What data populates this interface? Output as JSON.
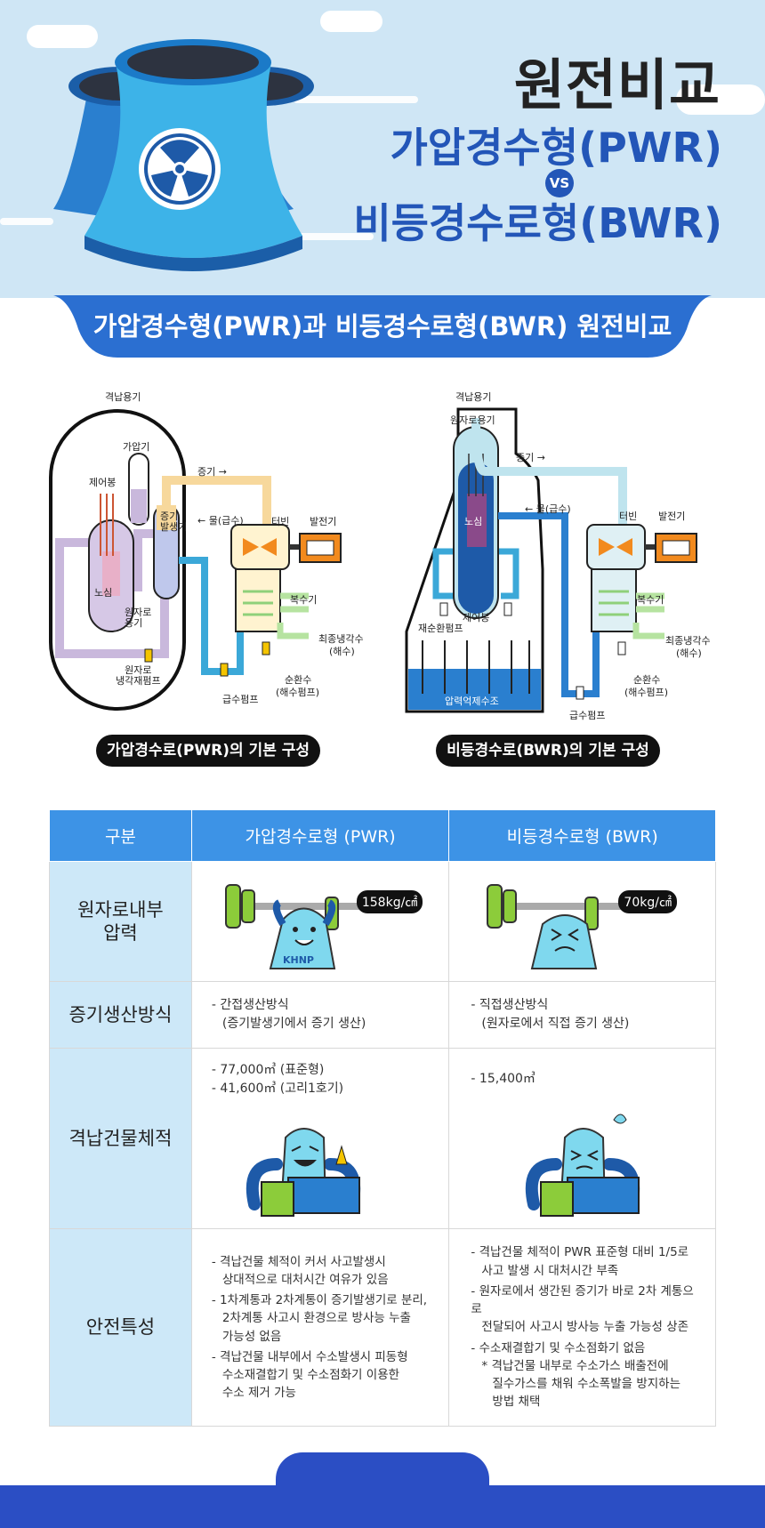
{
  "header": {
    "title_main": "원전비교",
    "title_pwr": "가압경수형(PWR)",
    "vs": "VS",
    "title_bwr": "비등경수로형(BWR)"
  },
  "banner": {
    "text": "가압경수형(PWR)과 비등경수로형(BWR) 원전비교"
  },
  "pwr_diagram": {
    "labels": {
      "containment": "격납용기",
      "pressurizer": "가압기",
      "control_rod": "제어봉",
      "steam": "증기",
      "water": "물(급수)",
      "steam_generator": "증기\n발생기",
      "turbine": "터빈",
      "generator": "발전기",
      "core": "노심",
      "reactor_vessel": "원자로\n용기",
      "condenser": "복수기",
      "final_coolant": "최종냉각수",
      "seawater": "(해수)",
      "rcp": "원자로\n냉각재펌프",
      "feed_pump": "급수펌프",
      "circ_water": "순환수",
      "circ_pump": "(해수펌프)"
    },
    "caption": "가압경수로(PWR)의 기본 구성"
  },
  "bwr_diagram": {
    "labels": {
      "containment": "격납용기",
      "reactor_vessel": "원자로용기",
      "steam": "증기",
      "water": "물(급수)",
      "core": "노심",
      "turbine": "터빈",
      "generator": "발전기",
      "recirc_pump": "재순환펌프",
      "control_rod": "제어봉",
      "condenser": "복수기",
      "final_coolant": "최종냉각수",
      "seawater": "(해수)",
      "suppression_pool": "압력억제수조",
      "circ_water": "순환수",
      "circ_pump": "(해수펌프)",
      "feed_pump": "급수펌프"
    },
    "caption": "비등경수로(BWR)의 기본 구성"
  },
  "table": {
    "headers": [
      "구분",
      "가압경수로형 (PWR)",
      "비등경수로형 (BWR)"
    ],
    "rows": {
      "pressure": {
        "label": "원자로내부\n압력",
        "pwr_value": "158kg/㎠",
        "bwr_value": "70kg/㎠",
        "pwr_logo": "KHNP"
      },
      "steam": {
        "label": "증기생산방식",
        "pwr": [
          "- 간접생산방식",
          "(증기발생기에서 증기 생산)"
        ],
        "bwr": [
          "- 직접생산방식",
          "(원자로에서 직접 증기 생산)"
        ]
      },
      "volume": {
        "label": "격납건물체적",
        "pwr": [
          "- 77,000㎥ (표준형)",
          "- 41,600㎥ (고리1호기)"
        ],
        "bwr": [
          "- 15,400㎥"
        ]
      },
      "safety": {
        "label": "안전특성",
        "pwr": [
          [
            "- 격납건물 체적이 커서 사고발생시",
            "상대적으로 대처시간 여유가 있음"
          ],
          [
            "- 1차계통과 2차계통이 증기발생기로 분리,",
            "2차계통 사고시 환경으로 방사능 누출",
            "가능성 없음"
          ],
          [
            "- 격납건물 내부에서 수소발생시 피동형",
            "수소재결합기 및 수소점화기 이용한",
            "수소 제거 가능"
          ]
        ],
        "bwr": [
          [
            "- 격납건물 체적이 PWR 표준형 대비 1/5로",
            "사고 발생 시 대처시간 부족"
          ],
          [
            "- 원자로에서 생간된 증기가 바로 2차 계통으로",
            "전달되어 사고시 방사능 누출 가능성 상존"
          ],
          [
            "- 수소재결합기 및 수소점화기 없음",
            "* 격납건물 내부로 수소가스 배출전에",
            "질수가스를 채워 수소폭발을 방지하는",
            "방법 채택"
          ]
        ]
      }
    }
  },
  "colors": {
    "header_bg": "#cfe6f5",
    "brand_blue": "#2356b8",
    "banner_blue": "#2b6fd1",
    "table_header": "#3d93e6",
    "row_header": "#cde8f8",
    "footer_blue": "#2b4ec4"
  }
}
